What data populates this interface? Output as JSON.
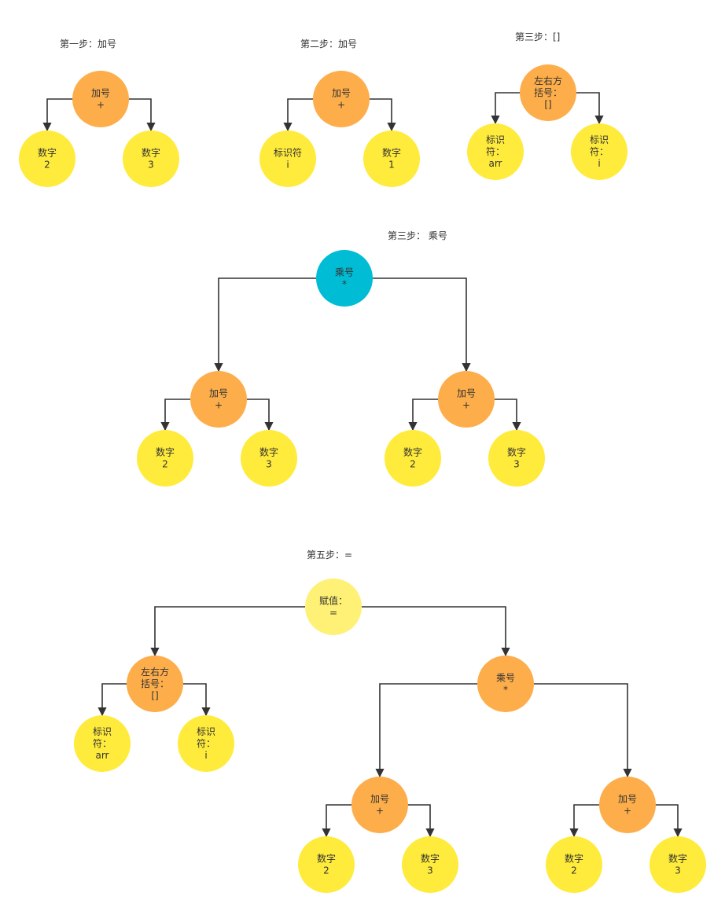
{
  "colors": {
    "orange": "#FDAD4A",
    "yellow": "#FFEB3B",
    "cyan": "#00BCD4",
    "light_yellow": "#FFF176",
    "edge": "#333333"
  },
  "steps": [
    {
      "label": "第一步：加号"
    },
    {
      "label": "第二步：加号"
    },
    {
      "label": "第三步：[]"
    },
    {
      "label": "第三步： 乘号"
    },
    {
      "label": "第五步：="
    }
  ],
  "nodes": [
    {
      "id": "s1_plus",
      "lines": [
        "加号",
        "+"
      ],
      "color": "orange"
    },
    {
      "id": "s1_n2",
      "lines": [
        "数字",
        "2"
      ],
      "color": "yellow"
    },
    {
      "id": "s1_n3",
      "lines": [
        "数字",
        "3"
      ],
      "color": "yellow"
    },
    {
      "id": "s2_plus",
      "lines": [
        "加号",
        "+"
      ],
      "color": "orange"
    },
    {
      "id": "s2_ident",
      "lines": [
        "标识符",
        "i"
      ],
      "color": "yellow"
    },
    {
      "id": "s2_n1",
      "lines": [
        "数字",
        "1"
      ],
      "color": "yellow"
    },
    {
      "id": "s3_bracket",
      "lines": [
        "左右方",
        "括号：",
        "[]"
      ],
      "color": "orange"
    },
    {
      "id": "s3_arr",
      "lines": [
        "标识",
        "符：",
        "arr"
      ],
      "color": "yellow"
    },
    {
      "id": "s3_i",
      "lines": [
        "标识",
        "符：",
        "i"
      ],
      "color": "yellow"
    },
    {
      "id": "s4_mul",
      "lines": [
        "乘号",
        "*"
      ],
      "color": "cyan"
    },
    {
      "id": "s4_plus_l",
      "lines": [
        "加号",
        "+"
      ],
      "color": "orange"
    },
    {
      "id": "s4_plus_r",
      "lines": [
        "加号",
        "+"
      ],
      "color": "orange"
    },
    {
      "id": "s4_l2",
      "lines": [
        "数字",
        "2"
      ],
      "color": "yellow"
    },
    {
      "id": "s4_l3",
      "lines": [
        "数字",
        "3"
      ],
      "color": "yellow"
    },
    {
      "id": "s4_r2",
      "lines": [
        "数字",
        "2"
      ],
      "color": "yellow"
    },
    {
      "id": "s4_r3",
      "lines": [
        "数字",
        "3"
      ],
      "color": "yellow"
    },
    {
      "id": "s5_assign",
      "lines": [
        "赋值：",
        "="
      ],
      "color": "light_yellow"
    },
    {
      "id": "s5_bracket",
      "lines": [
        "左右方",
        "括号：",
        "[]"
      ],
      "color": "orange"
    },
    {
      "id": "s5_arr",
      "lines": [
        "标识",
        "符：",
        "arr"
      ],
      "color": "yellow"
    },
    {
      "id": "s5_i",
      "lines": [
        "标识",
        "符：",
        "i"
      ],
      "color": "yellow"
    },
    {
      "id": "s5_mul",
      "lines": [
        "乘号",
        "*"
      ],
      "color": "orange"
    },
    {
      "id": "s5_plus_l",
      "lines": [
        "加号",
        "+"
      ],
      "color": "orange"
    },
    {
      "id": "s5_plus_r",
      "lines": [
        "加号",
        "+"
      ],
      "color": "orange"
    },
    {
      "id": "s5_l2",
      "lines": [
        "数字",
        "2"
      ],
      "color": "yellow"
    },
    {
      "id": "s5_l3",
      "lines": [
        "数字",
        "3"
      ],
      "color": "yellow"
    },
    {
      "id": "s5_r2",
      "lines": [
        "数字",
        "2"
      ],
      "color": "yellow"
    },
    {
      "id": "s5_r3",
      "lines": [
        "数字",
        "3"
      ],
      "color": "yellow"
    }
  ],
  "edges": [
    [
      "s1_plus",
      "s1_n2"
    ],
    [
      "s1_plus",
      "s1_n3"
    ],
    [
      "s2_plus",
      "s2_ident"
    ],
    [
      "s2_plus",
      "s2_n1"
    ],
    [
      "s3_bracket",
      "s3_arr"
    ],
    [
      "s3_bracket",
      "s3_i"
    ],
    [
      "s4_mul",
      "s4_plus_l"
    ],
    [
      "s4_mul",
      "s4_plus_r"
    ],
    [
      "s4_plus_l",
      "s4_l2"
    ],
    [
      "s4_plus_l",
      "s4_l3"
    ],
    [
      "s4_plus_r",
      "s4_r2"
    ],
    [
      "s4_plus_r",
      "s4_r3"
    ],
    [
      "s5_assign",
      "s5_bracket"
    ],
    [
      "s5_assign",
      "s5_mul"
    ],
    [
      "s5_bracket",
      "s5_arr"
    ],
    [
      "s5_bracket",
      "s5_i"
    ],
    [
      "s5_mul",
      "s5_plus_l"
    ],
    [
      "s5_mul",
      "s5_plus_r"
    ],
    [
      "s5_plus_l",
      "s5_l2"
    ],
    [
      "s5_plus_l",
      "s5_l3"
    ],
    [
      "s5_plus_r",
      "s5_r2"
    ],
    [
      "s5_plus_r",
      "s5_r3"
    ]
  ]
}
